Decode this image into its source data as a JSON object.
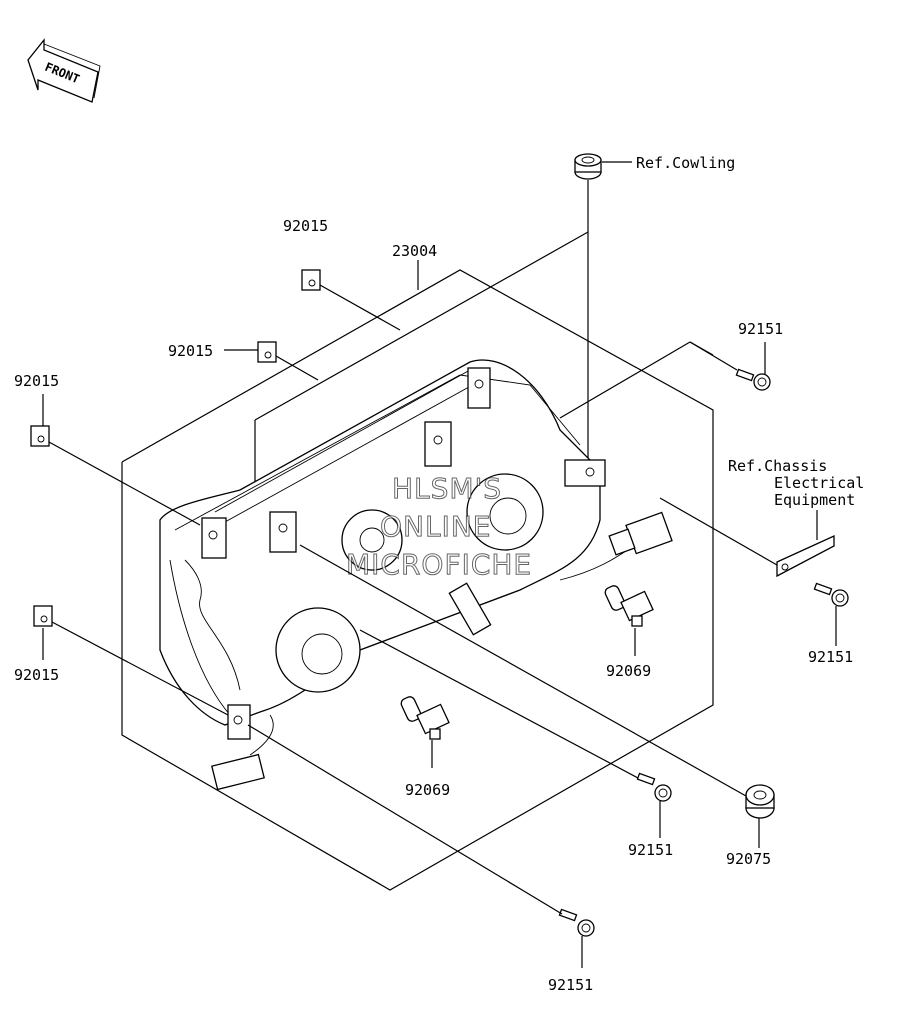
{
  "front_badge": "FRONT",
  "parts": {
    "p23004": "23004",
    "p92015_a": "92015",
    "p92015_b": "92015",
    "p92015_c": "92015",
    "p92015_d": "92015",
    "p92151_a": "92151",
    "p92151_b": "92151",
    "p92151_c": "92151",
    "p92151_d": "92151",
    "p92069_a": "92069",
    "p92069_b": "92069",
    "p92075": "92075"
  },
  "references": {
    "cowling": "Ref.Cowling",
    "chassis_line1": "Ref.Chassis",
    "chassis_line2": "Electrical",
    "chassis_line3": "Equipment"
  },
  "watermark": {
    "line1": "HLSM'S",
    "line2": "ONLINE",
    "line3": "MICROFICHE"
  }
}
